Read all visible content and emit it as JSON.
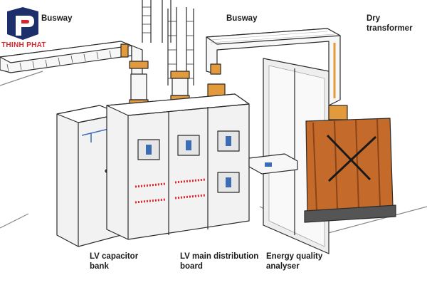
{
  "brand": {
    "name": "THINH PHAT",
    "colors": {
      "navy": "#1d2f6b",
      "red": "#d6262d"
    },
    "logo_icon": "tp-monogram-icon"
  },
  "labels": {
    "busway_left": "Busway",
    "busway_top": "Busway",
    "dry_transformer": "Dry\ntransformer",
    "lv_capacitor_bank": "LV capacitor\nbank",
    "lv_main_distribution_board": "LV main distribution\nboard",
    "energy_quality_analyser": "Energy quality\nanalyser"
  },
  "colors": {
    "outline": "#2b2b2b",
    "cabinet": "#f2f2f2",
    "panel": "#e6e6e6",
    "copper": "#c46a2b",
    "copper_dark": "#8a4418",
    "busway_body": "#f7f7f7",
    "accent_blue": "#3a6db5",
    "accent_orange": "#e39a3c"
  }
}
